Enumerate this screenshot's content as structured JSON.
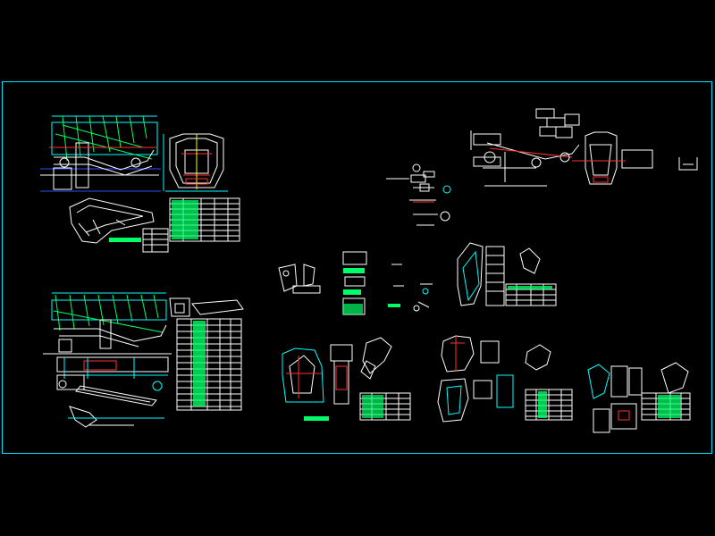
{
  "canvas": {
    "background": "#000000"
  },
  "colors": {
    "frame": "#00e5ff",
    "cyan": "#00ffff",
    "white": "#ffffff",
    "red": "#ff3030",
    "green": "#00ff66",
    "blue": "#3050ff",
    "yellow": "#ffff00"
  },
  "sheets": [
    "conveyor-elevation-top-left",
    "conveyor-elevation-bottom-left",
    "parts-small-center",
    "chute-detail-center",
    "conveyor-top-right",
    "chute-detail-bottom-center",
    "hopper-detail-bottom-right"
  ]
}
